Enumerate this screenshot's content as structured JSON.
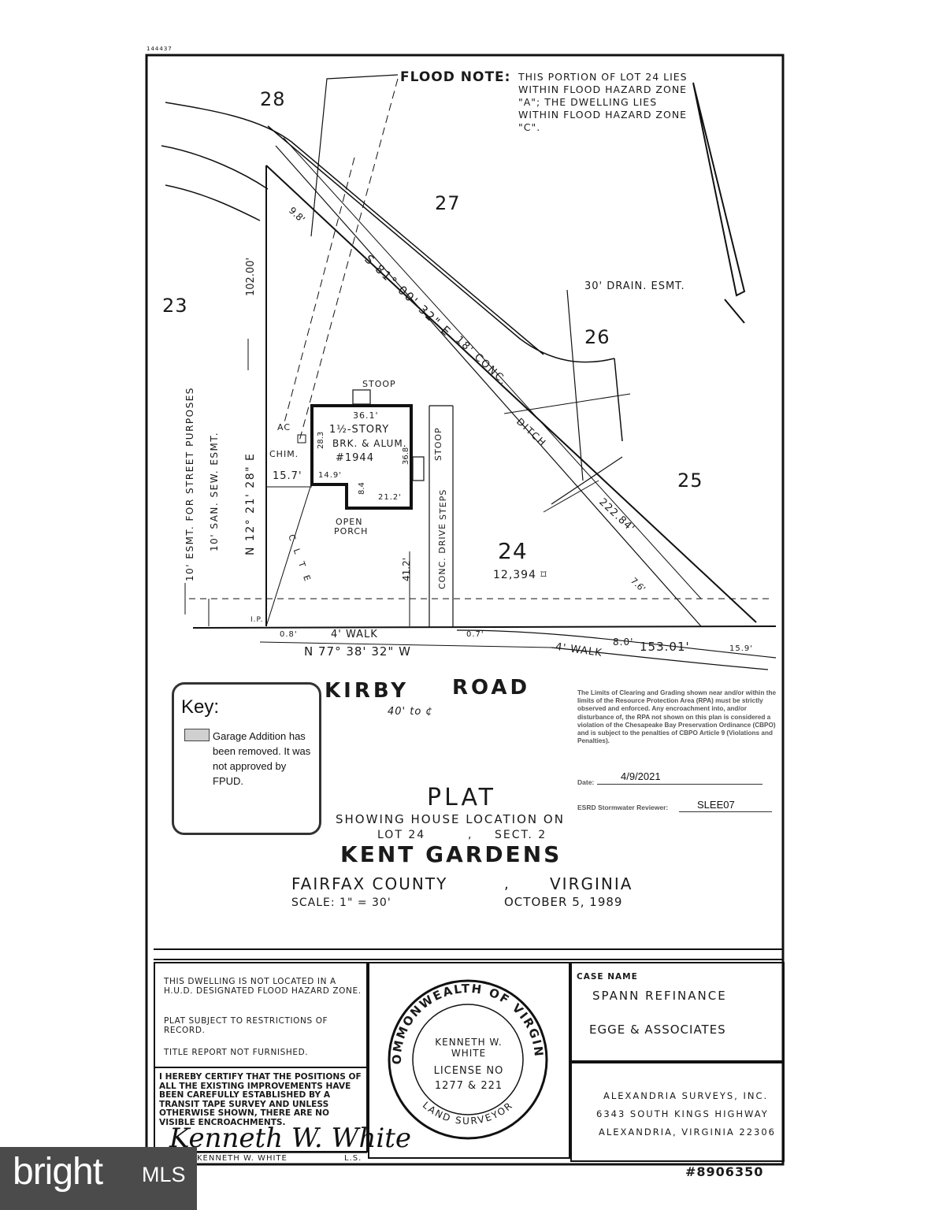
{
  "drawing_id": "144437",
  "flood_note": {
    "label": "FLOOD NOTE:",
    "text": "THIS PORTION OF LOT 24 LIES WITHIN FLOOD HAZARD ZONE \"A\"; THE DWELLING LIES WITHIN FLOOD HAZARD ZONE \"C\"."
  },
  "lots": {
    "l28a": "28",
    "l27": "27",
    "l23": "23",
    "l26": "26",
    "l25": "25"
  },
  "lot24": {
    "number": "24",
    "area": "12,394 ⌑"
  },
  "dimensions": {
    "bearing_ne": "S 81° 00' 32\" E",
    "conc": "18' CONC.",
    "ditch": "DITCH",
    "drain_esmt": "30' DRAIN. ESMT.",
    "d222": "222.84'",
    "d102": "102.00'",
    "d98": "9.8'",
    "esmt_street": "10' ESMT. FOR STREET PURPOSES",
    "san_sew": "10' SAN. SEW. ESMT.",
    "bearing_w": "N 12° 21' 28\" E",
    "d157": "15.7'",
    "d412": "41.2'",
    "d76": "7.6'",
    "bearing_s": "N 77° 38' 32\" W",
    "d153": "153.01'",
    "walk1": "4' WALK",
    "walk2": "4' WALK",
    "d08": "0.8'",
    "d07": "0.7'",
    "d80": "8.0'",
    "d159": "15.9'",
    "ip": "I.P.",
    "cl": "C L T E",
    "conc_drive": "CONC. DRIVE"
  },
  "house": {
    "stoop_top": "STOOP",
    "stoop_right": "STOOP",
    "steps": "STEPS",
    "d361": "36.1'",
    "desc1": "1½-STORY",
    "desc2": "BRK. & ALUM.",
    "num": "#1944",
    "d283": "28.3",
    "d368": "36.8",
    "d149": "14.9'",
    "d84": "8.4",
    "d212": "21.2'",
    "ac": "AC",
    "chim": "CHIM.",
    "porch1": "OPEN",
    "porch2": "PORCH"
  },
  "key": {
    "title": "Key:",
    "text": "Garage Addition has been removed. It was not approved by FPUD.",
    "swatch_color": "#d0d0d0"
  },
  "rpa_note": "The Limits of Clearing and Grading shown near and/or within the limits of the Resource Protection Area (RPA) must be strictly observed and enforced. Any encroachment into, and/or disturbance of, the RPA not shown on this plan is considered a violation of the Chesapeake Bay Preservation Ordinance (CBPO) and is subject to the penalties of CBPO Article 9 (Violations and Penalties).",
  "review": {
    "date_label": "Date:",
    "date_value": "4/9/2021",
    "reviewer_label": "ESRD Stormwater Reviewer:",
    "reviewer_value": "SLEE07"
  },
  "title_block": {
    "road": "KIRBY",
    "road2": "ROAD",
    "road_width": "40' to ¢",
    "plat": "PLAT",
    "showing": "SHOWING HOUSE LOCATION ON",
    "lot": "LOT 24",
    "sect": "SECT. 2",
    "subdivision": "KENT GARDENS",
    "county": "FAIRFAX COUNTY",
    "state": "VIRGINIA",
    "scale": "SCALE: 1\" = 30'",
    "date": "OCTOBER 5, 1989"
  },
  "notes": {
    "n1": "THIS DWELLING IS NOT LOCATED IN A H.U.D. DESIGNATED FLOOD HAZARD ZONE.",
    "n2": "PLAT SUBJECT TO RESTRICTIONS OF RECORD.",
    "n3": "TITLE REPORT NOT FURNISHED.",
    "certify": "I HEREBY CERTIFY THAT THE POSITIONS OF ALL THE EXISTING IMPROVEMENTS HAVE BEEN CAREFULLY ESTABLISHED BY A TRANSIT TAPE SURVEY AND UNLESS OTHERWISE SHOWN, THERE ARE NO VISIBLE ENCROACHMENTS.",
    "signature": "Kenneth W. White",
    "sig_name": "KENNETH W. WHITE",
    "ls": "L.S."
  },
  "seal": {
    "ring_top": "COMMONWEALTH OF VIRGINIA",
    "ring_bottom": "LAND SURVEYOR",
    "name": "KENNETH W. WHITE",
    "license_label": "LICENSE NO",
    "license_num": "1277 & 221"
  },
  "case": {
    "label": "CASE NAME",
    "name1": "SPANN REFINANCE",
    "name2": "EGGE & ASSOCIATES"
  },
  "surveyor": {
    "line1": "ALEXANDRIA SURVEYS, INC.",
    "line2": "6343 SOUTH KINGS HIGHWAY",
    "line3": "ALEXANDRIA, VIRGINIA 22306"
  },
  "ref_number": "#8906350",
  "watermark": {
    "brand": "bright",
    "suffix": "MLS"
  }
}
